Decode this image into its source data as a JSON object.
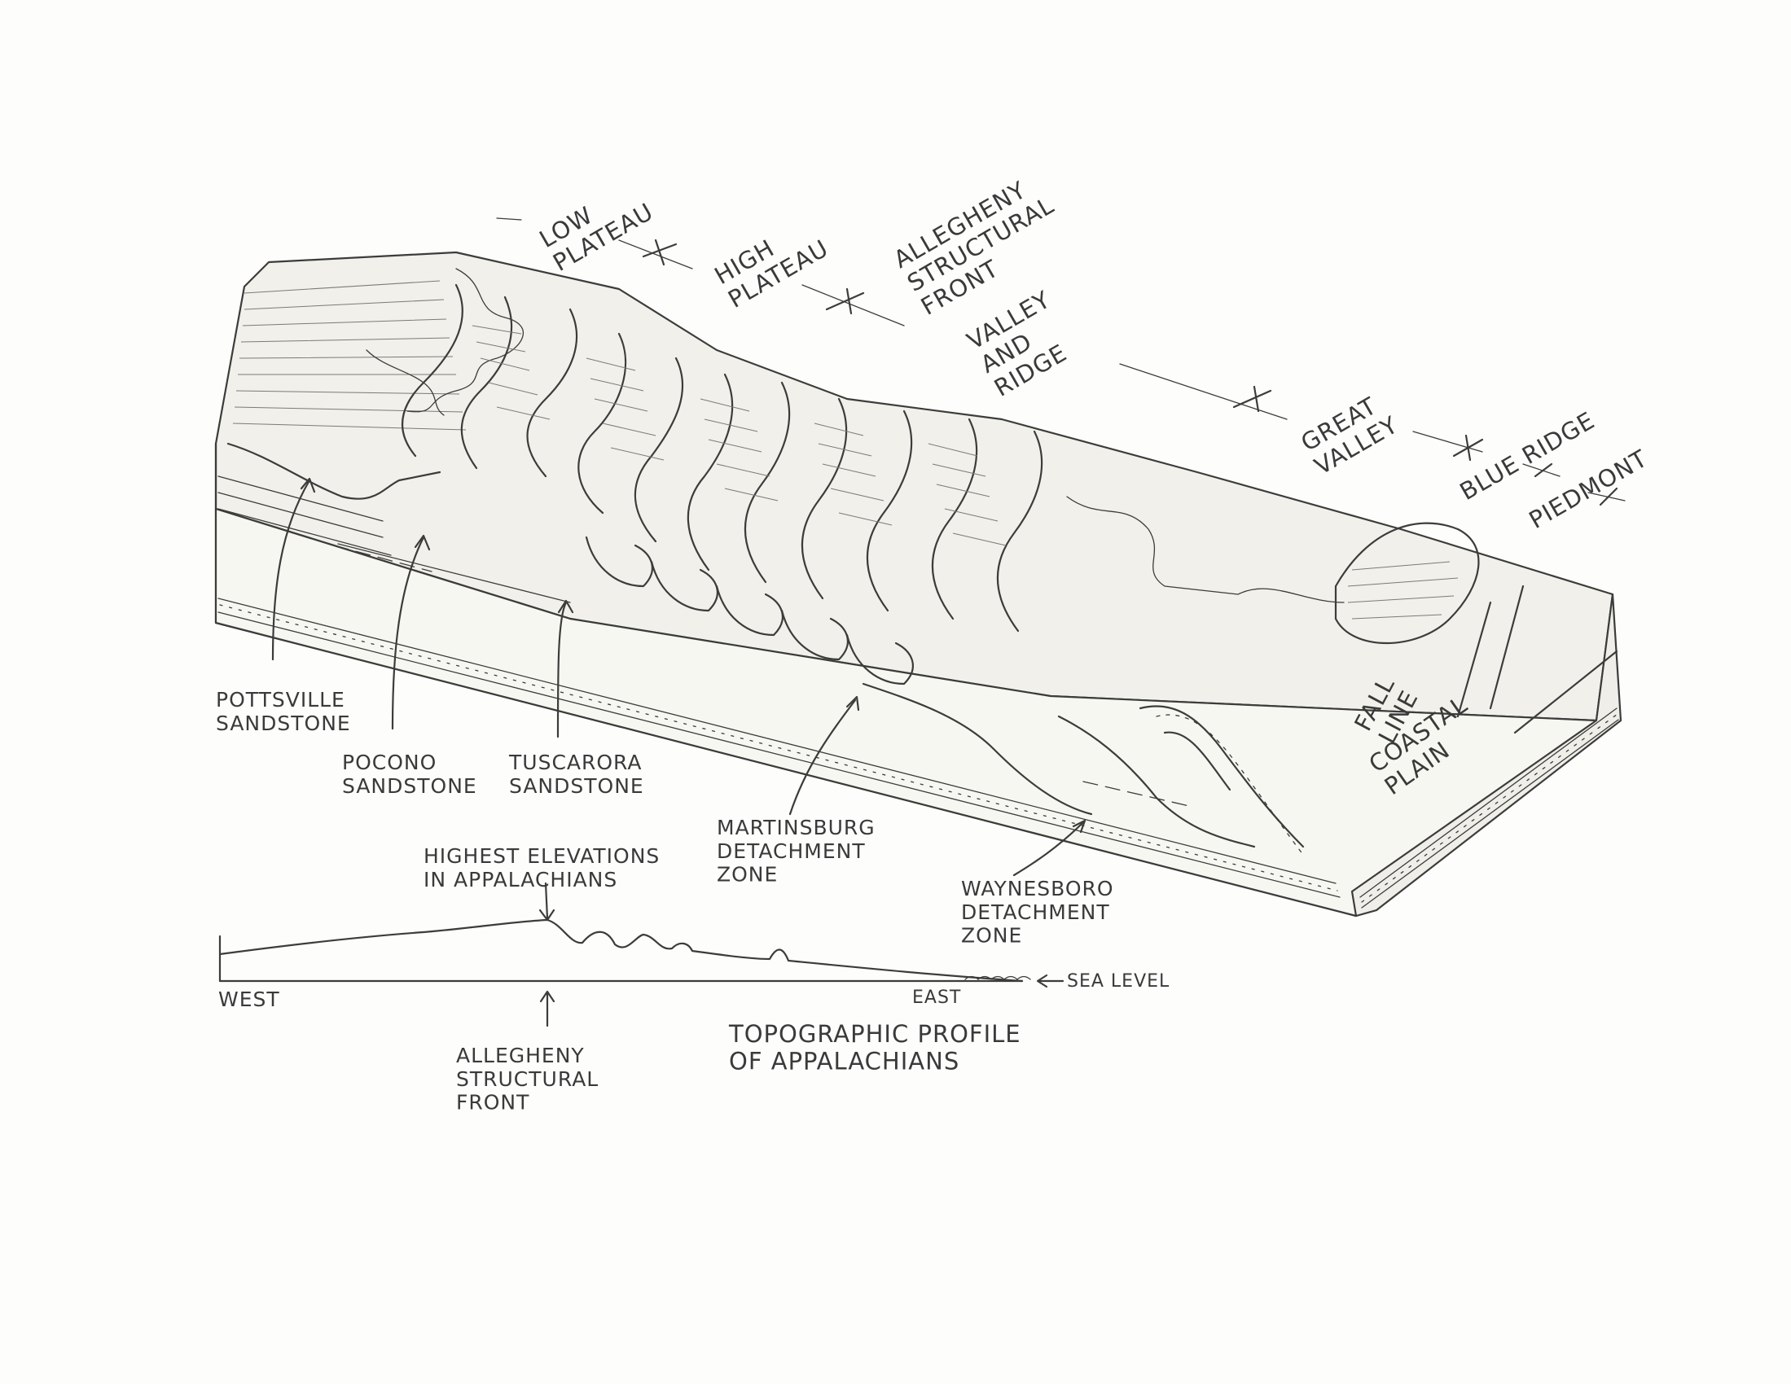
{
  "provinces": {
    "low_plateau": "LOW PLATEAU",
    "high_plateau": "HIGH PLATEAU",
    "allegheny_front": "ALLEGHENY STRUCTURAL FRONT",
    "valley_and_ridge": "VALLEY AND RIDGE",
    "great_valley": "GREAT VALLEY",
    "blue_ridge": "BLUE RIDGE",
    "piedmont": "PIEDMONT"
  },
  "surface_labels": {
    "fall_line": "FALL LINE",
    "coastal_plain": "COASTAL PLAIN"
  },
  "rock_units": {
    "pottsville": "POTTSVILLE SANDSTONE",
    "pocono": "POCONO SANDSTONE",
    "tuscarora": "TUSCARORA SANDSTONE",
    "martinsburg": "MARTINSBURG DETACHMENT ZONE",
    "waynesboro": "WAYNESBORO DETACHMENT ZONE"
  },
  "profile": {
    "highest": "HIGHEST ELEVATIONS IN APPALACHIANS",
    "west": "WEST",
    "east": "EAST",
    "sea_level": "SEA LEVEL",
    "allegheny_front": "ALLEGHENY STRUCTURAL FRONT",
    "title": "TOPOGRAPHIC PROFILE OF APPALACHIANS"
  }
}
